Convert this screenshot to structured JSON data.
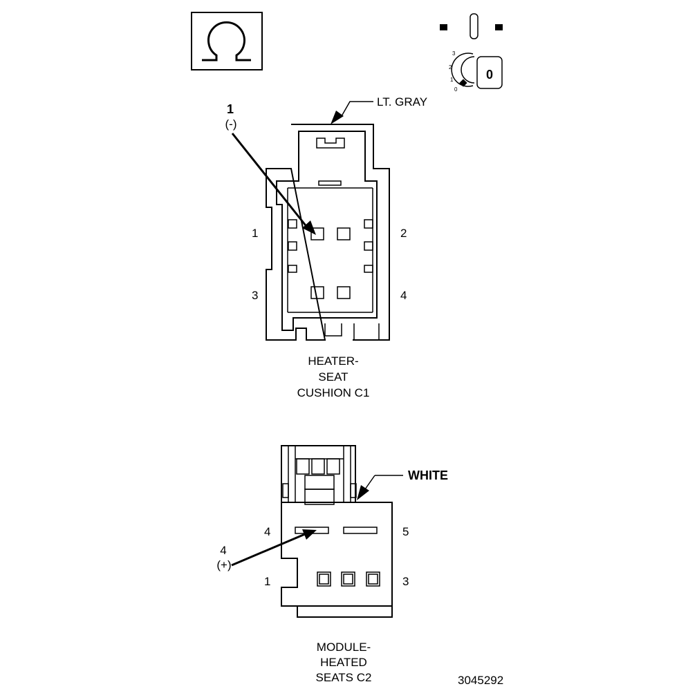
{
  "connector_c1": {
    "color_label": "LT. GRAY",
    "callout_number": "1",
    "callout_polarity": "(-)",
    "cavity_labels": {
      "top_left": "1",
      "top_right": "2",
      "bottom_left": "3",
      "bottom_right": "4"
    },
    "caption_lines": [
      "HEATER-",
      "SEAT",
      "CUSHION C1"
    ]
  },
  "connector_c2": {
    "color_label": "WHITE",
    "callout_number": "4",
    "callout_polarity": "(+)",
    "cavity_labels": {
      "top_left": "4",
      "top_right": "5",
      "bottom_left": "1",
      "bottom_right": "3"
    },
    "caption_lines": [
      "MODULE-",
      "HEATED",
      "SEATS C2"
    ]
  },
  "key_switch": {
    "position_labels": [
      "3",
      "2",
      "1",
      "0"
    ],
    "key_label": "0"
  },
  "figure_number": "3045292",
  "icons": [
    "ohm-symbol-icon",
    "ignition-switch-icon"
  ]
}
